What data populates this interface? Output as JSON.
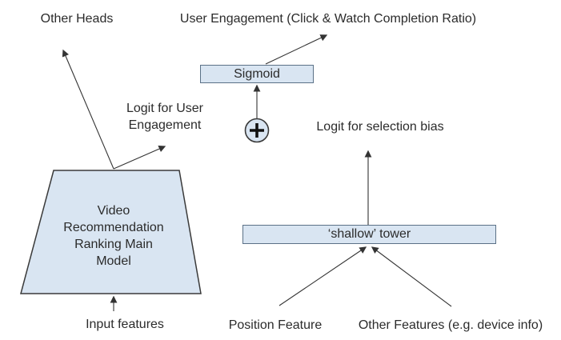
{
  "colors": {
    "node-fill": "#d9e5f2",
    "box-border": "#5b7187",
    "shape-border": "#3a3a3a",
    "line-color": "#333333",
    "text-color": "#2b2b2b",
    "background": "#ffffff"
  },
  "labels": {
    "other_heads": "Other Heads",
    "user_engagement": "User Engagement (Click & Watch Completion Ratio)",
    "logit_user_engagement": "Logit for User\nEngagement",
    "logit_selection_bias": "Logit for selection bias",
    "input_features": "Input features",
    "position_feature": "Position Feature",
    "other_features": "Other Features (e.g. device info)"
  },
  "nodes": {
    "sigmoid": "Sigmoid",
    "main_model": "Video\nRecommendation\nRanking Main\nModel",
    "shallow_tower": "‘shallow’ tower"
  },
  "icons": {
    "plus_combiner": "+"
  }
}
